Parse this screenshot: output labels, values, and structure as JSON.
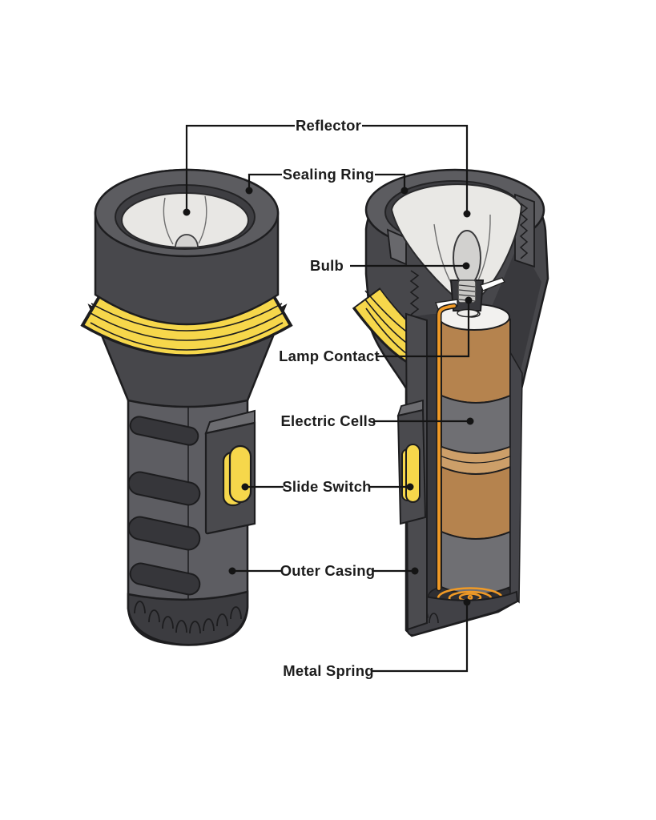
{
  "labels": {
    "reflector": "Reflector",
    "sealing_ring": "Sealing Ring",
    "bulb": "Bulb",
    "lamp_contact": "Lamp Contact",
    "electric_cells": "Electric Cells",
    "slide_switch": "Slide Switch",
    "outer_casing": "Outer Casing",
    "metal_spring": "Metal Spring"
  },
  "colors": {
    "outline": "#1d1d1f",
    "casing_dark": "#47474b",
    "casing_body": "#5d5d62",
    "rim_top": "#5c5c60",
    "rim_inner": "#3e3e42",
    "reflector_light": "#e8e7e4",
    "bulb_gray": "#d2d1cf",
    "accent_yellow": "#f6d74b",
    "battery_tan": "#b5834e",
    "battery_tan_light": "#cd9f69",
    "battery_gray": "#6f6f73",
    "wire_orange": "#f09a26",
    "cavity_dark": "#39393d",
    "label_text": "#1c1c1c"
  }
}
